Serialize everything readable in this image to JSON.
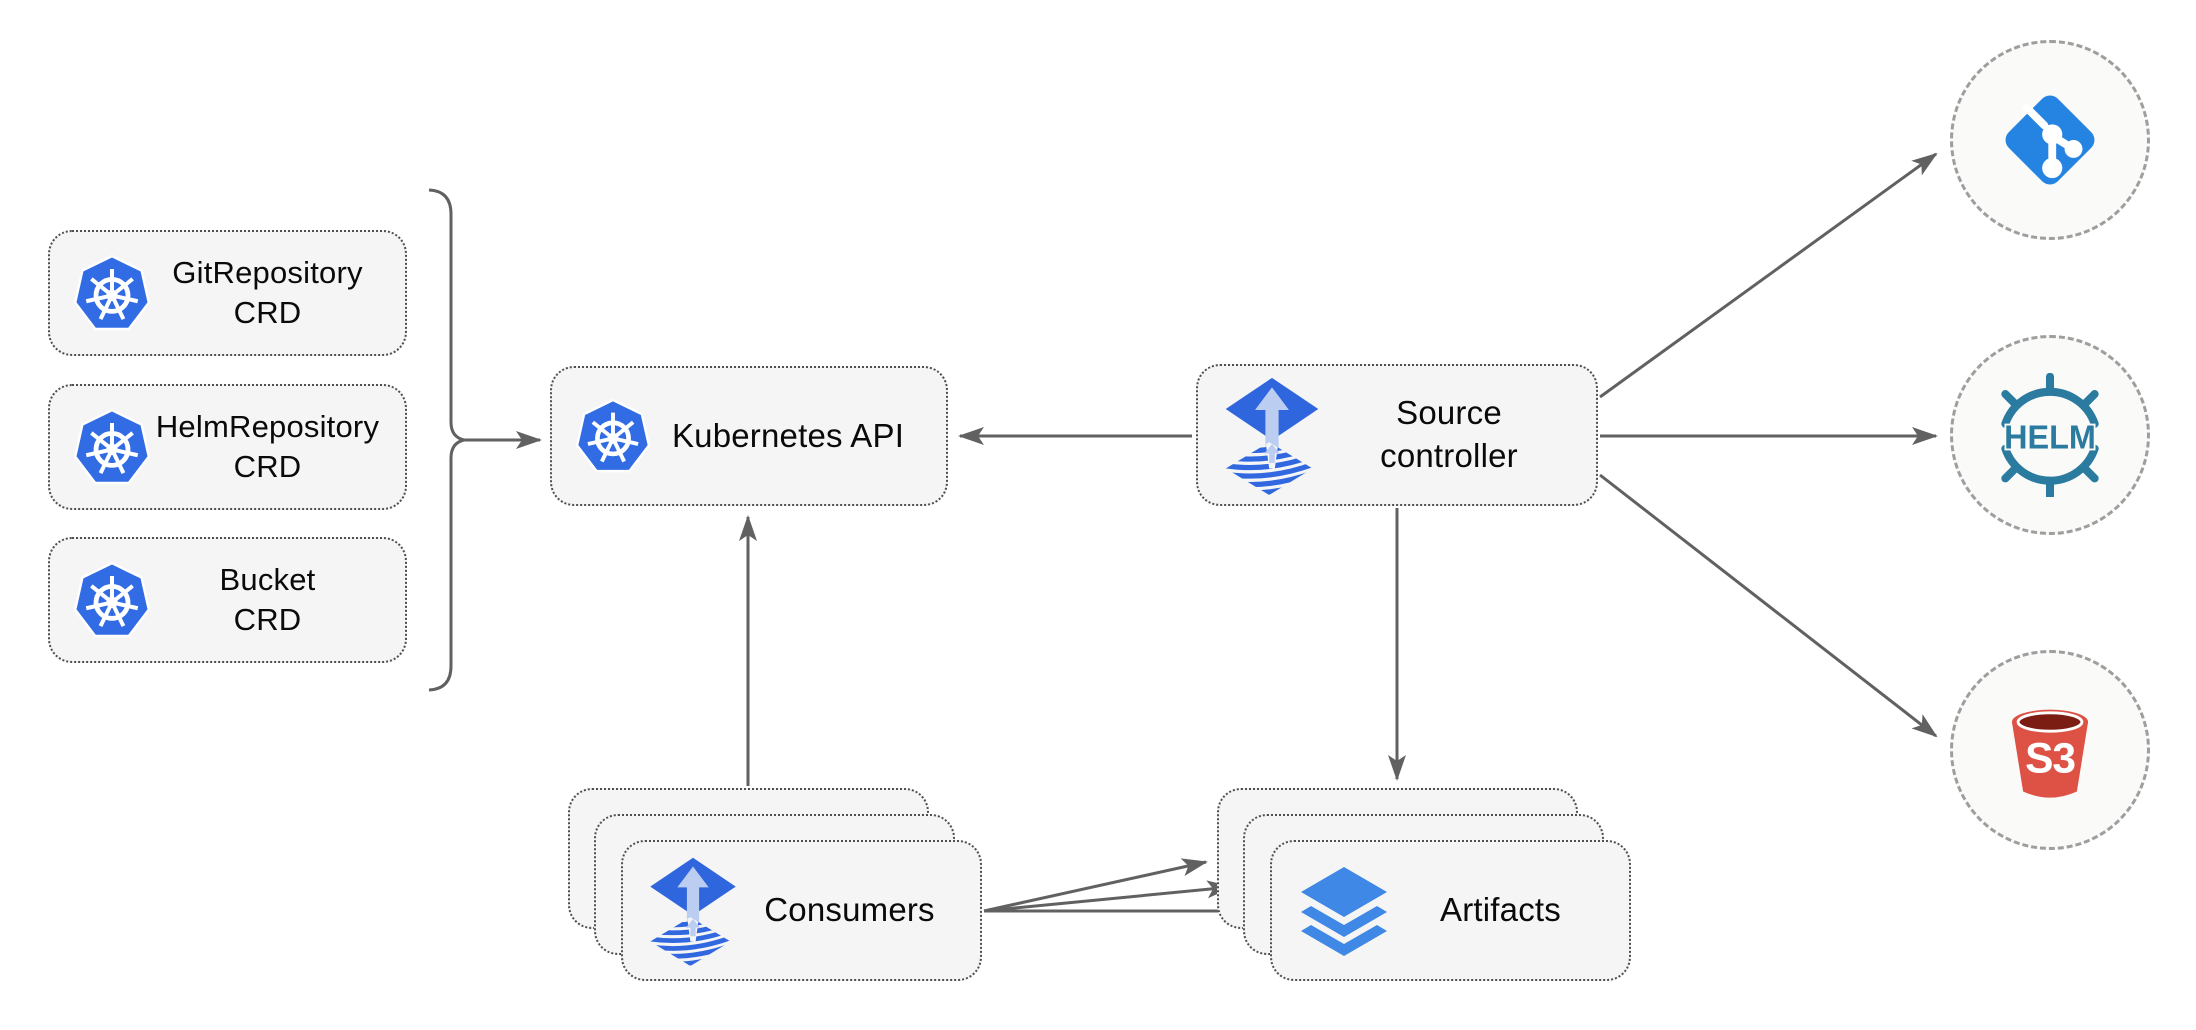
{
  "crds": [
    {
      "label": "GitRepository\nCRD",
      "icon": "kubernetes-icon"
    },
    {
      "label": "HelmRepository\nCRD",
      "icon": "kubernetes-icon"
    },
    {
      "label": "Bucket\nCRD",
      "icon": "kubernetes-icon"
    }
  ],
  "kubernetes_api": {
    "label": "Kubernetes API",
    "icon": "kubernetes-icon"
  },
  "source_controller": {
    "label": "Source\ncontroller",
    "icon": "flux-icon"
  },
  "consumers": {
    "label": "Consumers",
    "icon": "flux-icon",
    "stack_count": 3
  },
  "artifacts": {
    "label": "Artifacts",
    "icon": "layers-icon",
    "stack_count": 3
  },
  "remotes": {
    "git": {
      "icon": "git-icon"
    },
    "helm": {
      "icon": "helm-icon",
      "label": "HELM"
    },
    "s3": {
      "icon": "s3-icon",
      "label": "S3"
    }
  },
  "colors": {
    "kubernetes_blue": "#326CE5",
    "flux_blue": "#2F66DD",
    "flux_stripe_blue": "#3168E0",
    "flux_arrow_light": "#BCCdf2",
    "layers_blue": "#3F88E5",
    "git_blue": "#2583E2",
    "helm_teal": "#2A7B9F",
    "s3_red": "#DE5145",
    "s3_dark": "#7B1D13",
    "line_gray": "#616161",
    "node_fill": "#F5F5F5",
    "node_border": "#4F4F4F",
    "circle_fill": "#FAFAF8",
    "circle_border": "#9E9E9E"
  }
}
